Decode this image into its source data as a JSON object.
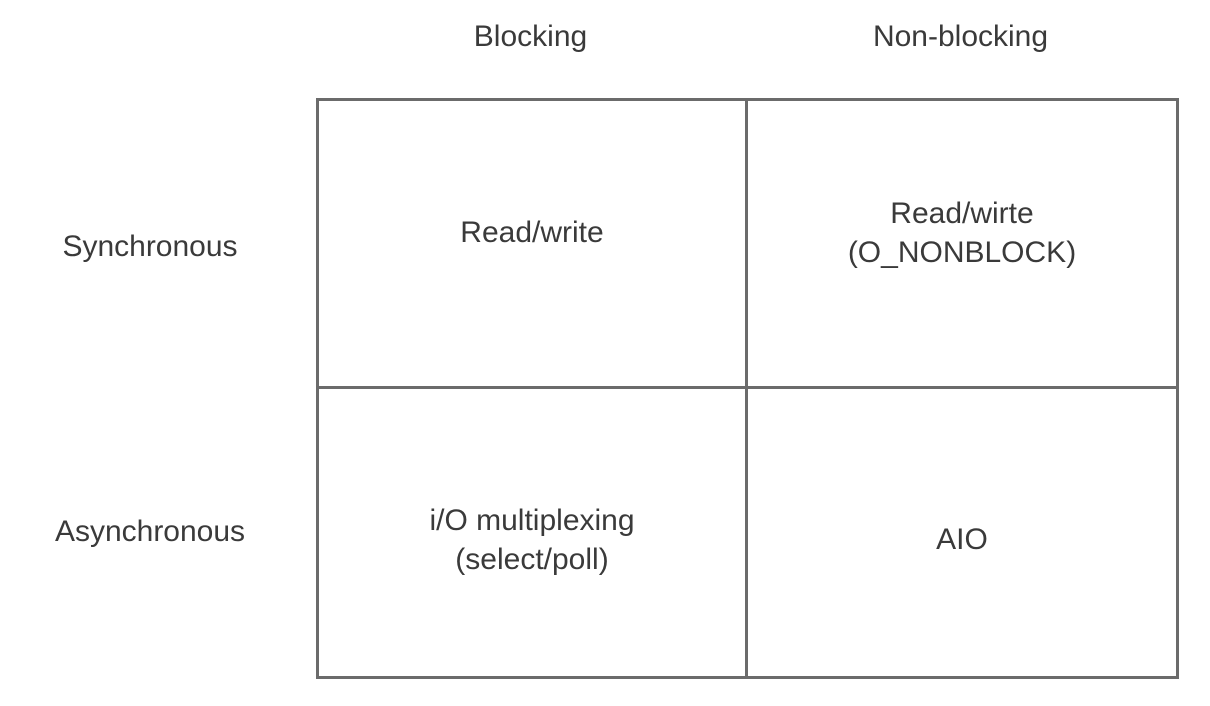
{
  "diagram": {
    "type": "2x2-matrix",
    "column_headers": [
      {
        "id": "blocking",
        "label": "Blocking"
      },
      {
        "id": "non-blocking",
        "label": "Non-blocking"
      }
    ],
    "row_headers": [
      {
        "id": "synchronous",
        "label": "Synchronous"
      },
      {
        "id": "asynchronous",
        "label": "Asynchronous"
      }
    ],
    "cells": {
      "sync_blocking": {
        "text": "Read/write",
        "highlighted": false
      },
      "sync_nonblocking": {
        "text": "Read/wirte\n(O_NONBLOCK)",
        "highlighted": false
      },
      "async_blocking": {
        "text": "i/O multiplexing\n(select/poll)",
        "highlighted": false
      },
      "async_nonblocking": {
        "text": "AIO",
        "highlighted": true
      }
    },
    "colors": {
      "background": "#ffffff",
      "border": "#6b6b6b",
      "text": "#3a3a3a",
      "highlight_fill": "#d8e6c3"
    }
  }
}
